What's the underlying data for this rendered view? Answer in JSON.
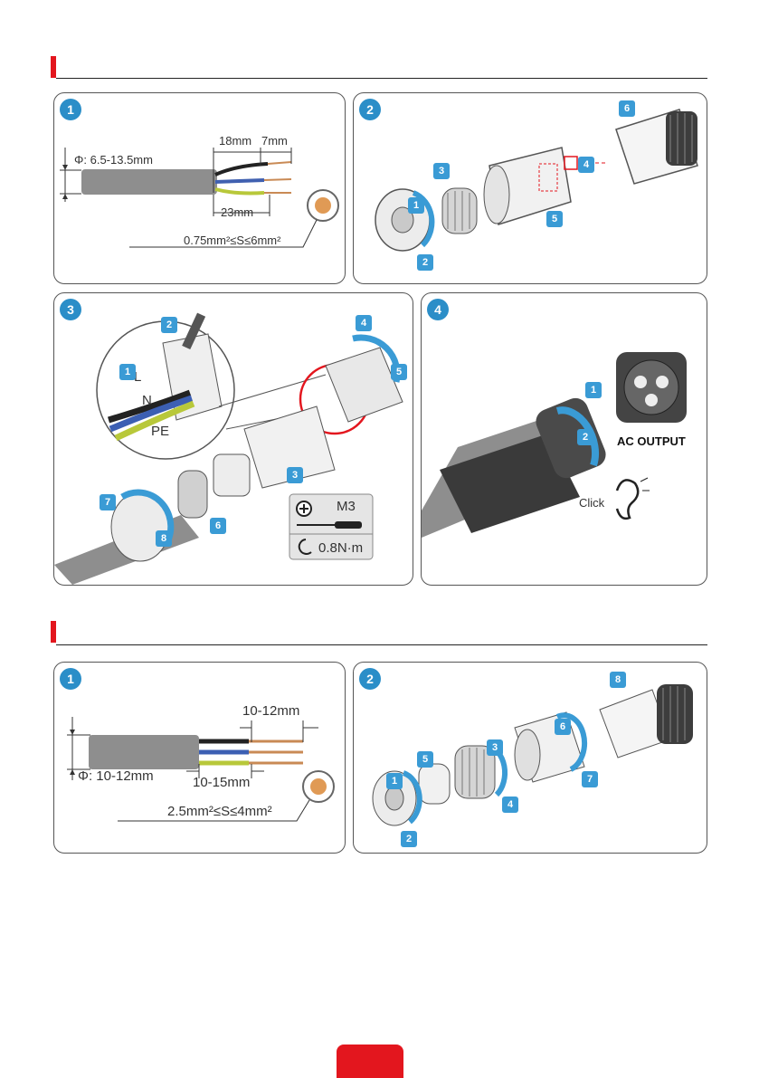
{
  "section_a": {
    "panel1": {
      "step": "1",
      "diameter": "Φ: 6.5-13.5mm",
      "strip_outer": "18mm",
      "strip_inner": "7mm",
      "strip_ground": "23mm",
      "cross_section": "0.75mm²≤S≤6mm²"
    },
    "panel2": {
      "step": "2",
      "arrows": [
        "1",
        "2",
        "3",
        "4",
        "5",
        "6"
      ]
    },
    "panel3": {
      "step": "3",
      "wire_l": "L",
      "wire_n": "N",
      "wire_pe": "PE",
      "arrows": [
        "1",
        "2",
        "3",
        "4",
        "5",
        "6",
        "7",
        "8"
      ],
      "screw": "M3",
      "torque": "0.8N·m"
    },
    "panel4": {
      "step": "4",
      "arrows": [
        "1",
        "2"
      ],
      "ac_output": "AC OUTPUT",
      "click": "Click"
    }
  },
  "section_b": {
    "panel1": {
      "step": "1",
      "strip_copper": "10-12mm",
      "strip_jacket": "10-15mm",
      "diameter": "Φ: 10-12mm",
      "cross_section": "2.5mm²≤S≤4mm²"
    },
    "panel2": {
      "step": "2",
      "arrows": [
        "1",
        "2",
        "3",
        "4",
        "5",
        "6",
        "7",
        "8"
      ]
    }
  },
  "colors": {
    "accent_red": "#e3161e",
    "step_blue": "#2b8ec8",
    "arrow_blue": "#3a9bd5"
  }
}
